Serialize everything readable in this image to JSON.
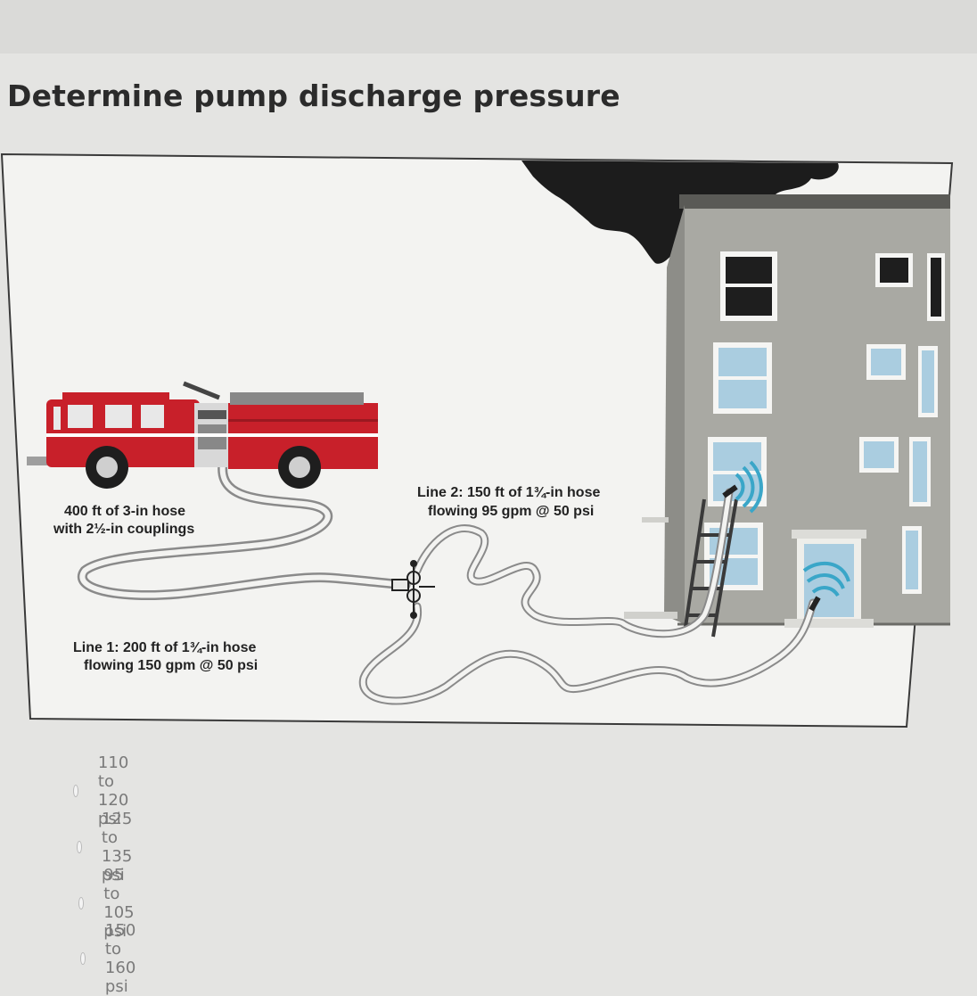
{
  "question": {
    "title": "Determine pump discharge pressure"
  },
  "figure": {
    "supply_label_line1": "400 ft of 3-in hose",
    "supply_label_line2": "with 2½-in couplings",
    "line1_label_line1": "Line 1: 200 ft of 1¾-in hose",
    "line1_label_line2": "flowing 150 gpm @ 50 psi",
    "line2_label_line1": "Line 2: 150 ft of 1¾-in hose",
    "line2_label_line2": "flowing 95 gpm @ 50 psi",
    "colors": {
      "engine_red": "#c8202a",
      "building_gray": "#a9a9a3",
      "smoke": "#1c1c1c",
      "nozzle_spray": "#3aa6c8",
      "window_blue": "#aacde0"
    }
  },
  "answers": {
    "options": [
      {
        "label": "110 to 120 psi",
        "selected": false
      },
      {
        "label": "125 to 135 psi",
        "selected": false
      },
      {
        "label": "95 to 105 psi",
        "selected": false
      },
      {
        "label": "150 to 160 psi",
        "selected": false
      }
    ]
  }
}
